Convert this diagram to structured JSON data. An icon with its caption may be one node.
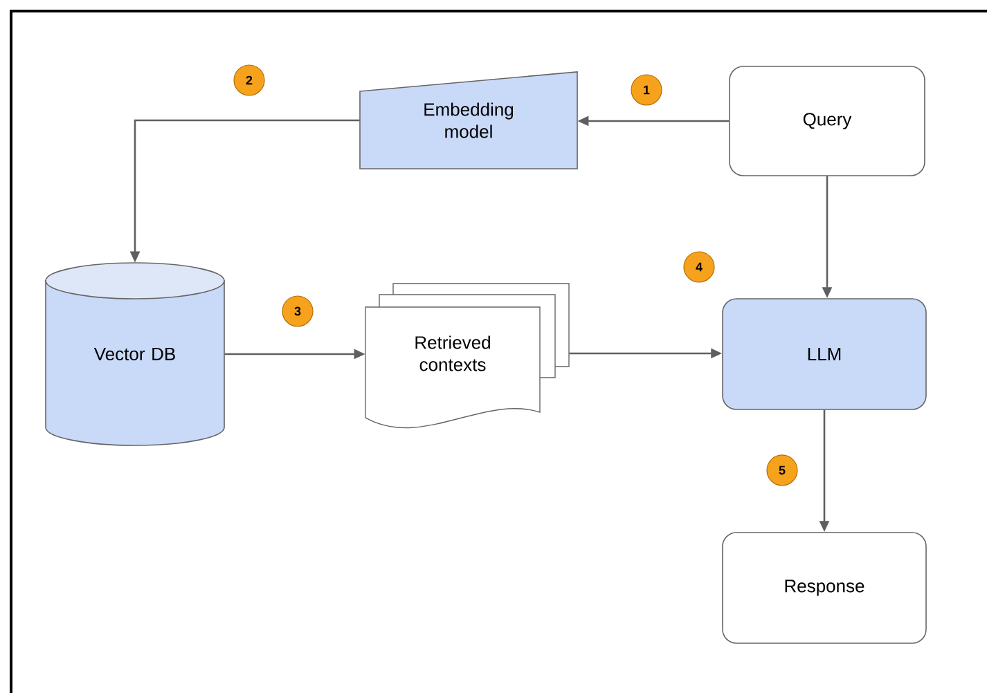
{
  "diagram": {
    "nodes": [
      {
        "text": [
          "Query"
        ]
      },
      {
        "text": [
          "Embedding model"
        ]
      },
      {
        "text": [
          "Vector DB"
        ]
      },
      {
        "text": [
          "Retrieved contexts"
        ]
      },
      {
        "text": [
          "LLM"
        ]
      },
      {
        "text": [
          "Response"
        ]
      }
    ],
    "edges": [
      {
        "from": 0,
        "to": 1,
        "arrow": "to"
      },
      {
        "from": 1,
        "to": 2,
        "arrow": "to"
      },
      {
        "from": 2,
        "to": 3,
        "arrow": "to"
      },
      {
        "from": 3,
        "to": 4,
        "arrow": "to"
      },
      {
        "from": 0,
        "to": 4,
        "arrow": "to"
      },
      {
        "from": 4,
        "to": 5,
        "arrow": "to"
      }
    ],
    "labels": [
      "2",
      "1",
      "4",
      "3",
      "5"
    ]
  }
}
